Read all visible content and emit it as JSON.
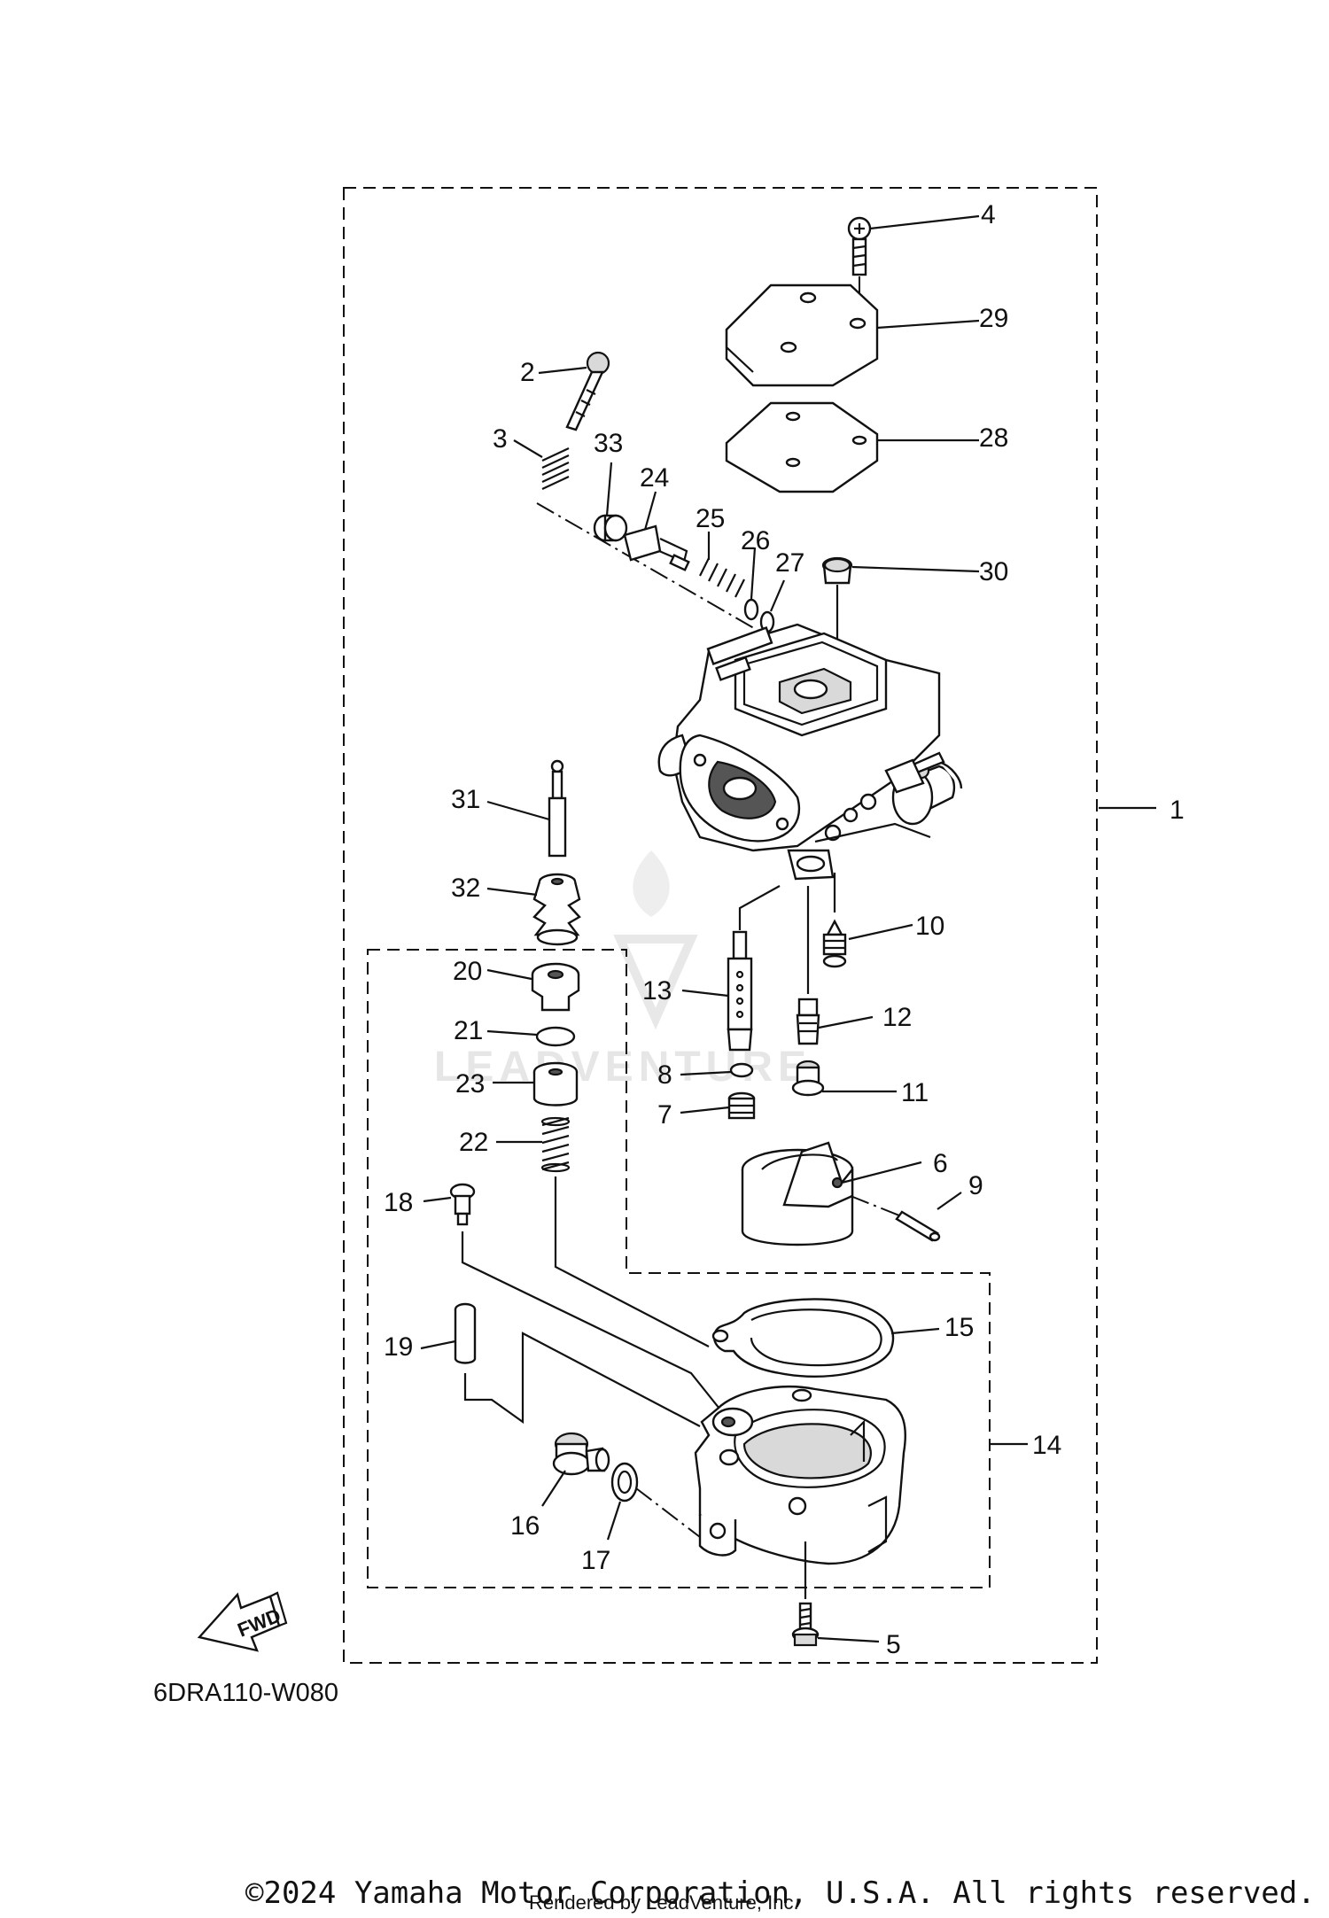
{
  "diagram_code": "6DRA110-W080",
  "fwd_label": "FWD",
  "copyright": "©2024 Yamaha Motor Corporation, U.S.A. All rights reserved.",
  "rendered_by": "Rendered by LeadVenture, Inc.",
  "watermark": "LEADVENTURE",
  "callouts": {
    "c1": "1",
    "c2": "2",
    "c3": "3",
    "c4": "4",
    "c5": "5",
    "c6": "6",
    "c7": "7",
    "c8": "8",
    "c9": "9",
    "c10": "10",
    "c11": "11",
    "c12": "12",
    "c13": "13",
    "c14": "14",
    "c15": "15",
    "c16": "16",
    "c17": "17",
    "c18": "18",
    "c19": "19",
    "c20": "20",
    "c21": "21",
    "c22": "22",
    "c23": "23",
    "c24": "24",
    "c25": "25",
    "c26": "26",
    "c27": "27",
    "c28": "28",
    "c29": "29",
    "c30": "30",
    "c31": "31",
    "c32": "32",
    "c33": "33"
  }
}
